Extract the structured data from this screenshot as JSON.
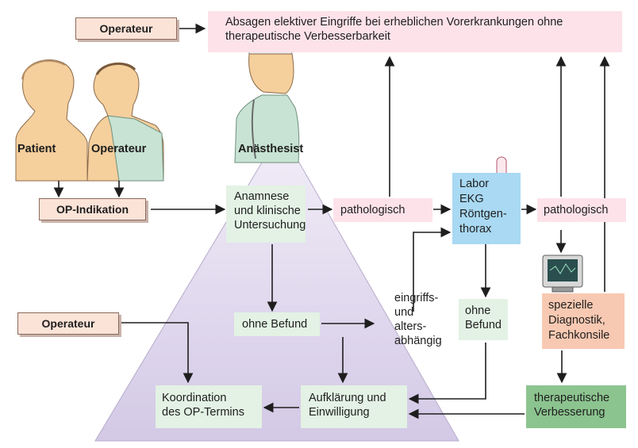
{
  "operateur_label": "Operateur",
  "top_box": {
    "line1": "Absagen elektiver Eingriffe bei erheblichen Vorerkrankungen ohne",
    "line2": "therapeutische Verbesserbarkeit"
  },
  "figures": {
    "patient": "Patient",
    "operateur": "Operateur",
    "anaesthesist": "Anästhesist"
  },
  "op_indikation": "OP-Indikation",
  "anamnese": [
    "Anamnese",
    "und klinische",
    "Untersuchung"
  ],
  "pathologisch_1": "pathologisch",
  "labor": [
    "Labor",
    "EKG",
    "Röntgen-",
    "thorax"
  ],
  "pathologisch_2": "pathologisch",
  "eingriffs": [
    "eingriffs-",
    "und",
    "alters-",
    "abhängig"
  ],
  "ohne_befund_1": "ohne Befund",
  "ohne_befund_2": [
    "ohne",
    "Befund"
  ],
  "spezielle": [
    "spezielle",
    "Diagnostik,",
    "Fachkonsile"
  ],
  "operateur_left": "Operateur",
  "koordination": [
    "Koordination",
    "des OP-Termins"
  ],
  "aufklaerung": [
    "Aufklärung und",
    "Einwilligung"
  ],
  "therapeutische": [
    "therapeutische",
    "Verbesserung"
  ],
  "colors": {
    "pink": "#fde2ea",
    "green": "#e3f2e4",
    "blue": "#a9d9f3",
    "salmon": "#f8c9b2",
    "dark_green": "#8cc48f",
    "trapezoid": "#ddd5ec",
    "skin": "#f5cf9c",
    "gown": "#c8e3d3"
  }
}
